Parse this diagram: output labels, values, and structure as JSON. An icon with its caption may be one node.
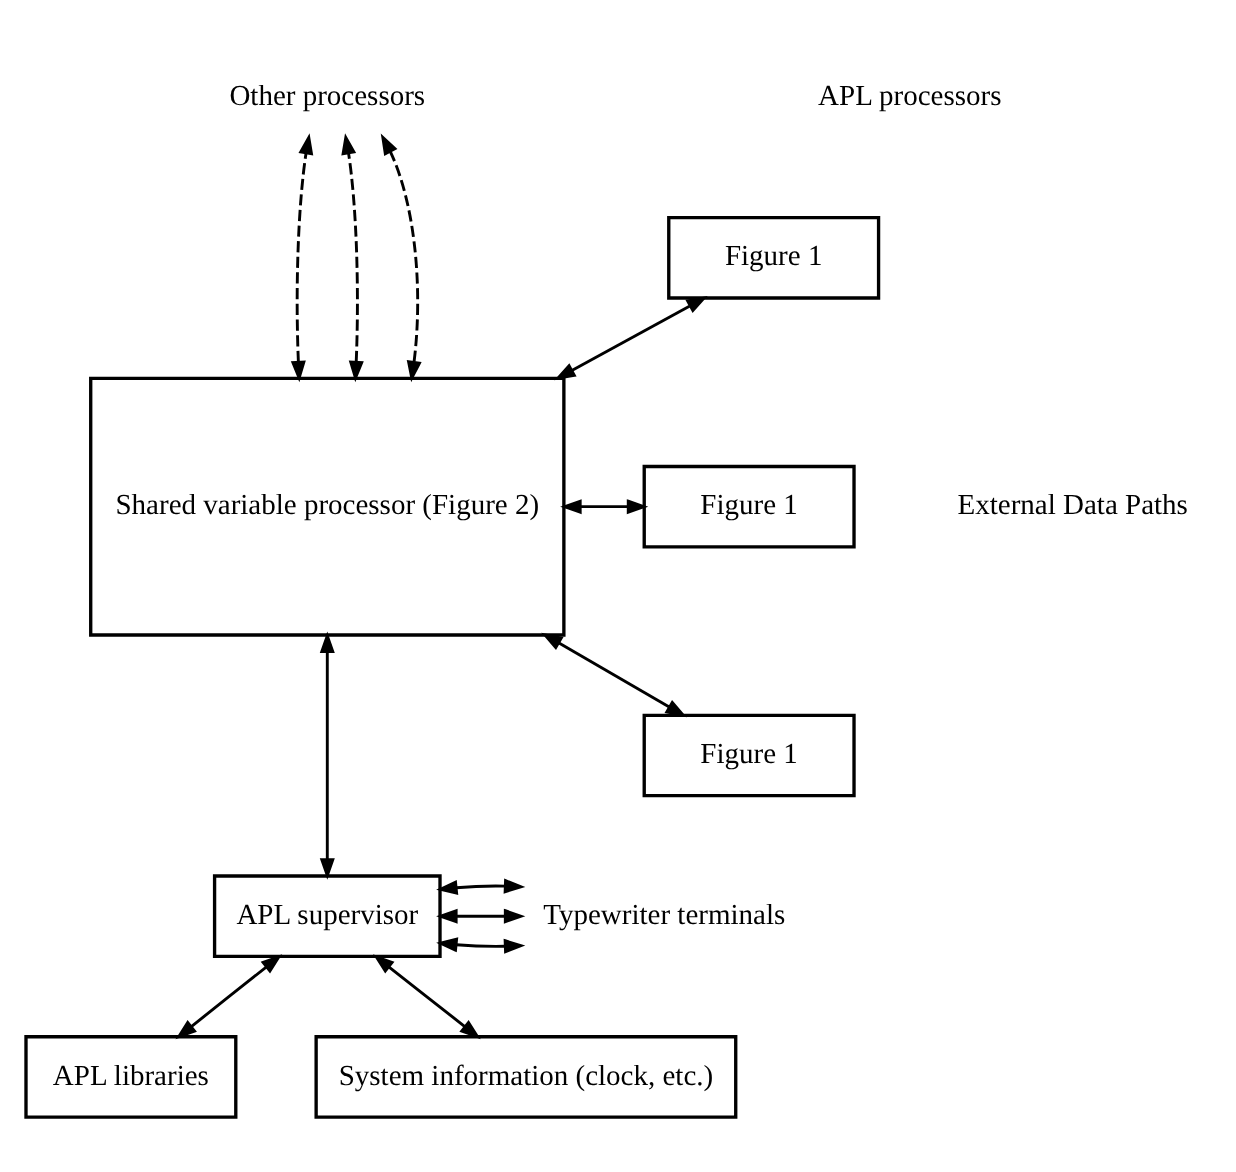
{
  "diagram": {
    "nodes": [
      {
        "text": [
          "Figure 1"
        ]
      },
      {
        "text": [
          "Figure 1"
        ]
      },
      {
        "text": [
          "Figure 1"
        ]
      },
      {
        "text": [
          "Shared variable processor (Figure 2)"
        ]
      },
      {
        "text": [
          "APL supervisor"
        ]
      },
      {
        "text": [
          "APL libraries"
        ]
      },
      {
        "text": [
          "System information (clock, etc.)"
        ]
      },
      {
        "text": [
          "Other processors"
        ]
      },
      {
        "text": [
          "Typewriter terminals"
        ]
      }
    ],
    "edges": [
      {
        "from": 3,
        "to": 0,
        "arrow": "both"
      },
      {
        "from": 3,
        "to": 1,
        "arrow": "both"
      },
      {
        "from": 3,
        "to": 2,
        "arrow": "both"
      },
      {
        "from": 3,
        "to": 7,
        "arrow": "both",
        "style": "dashed"
      },
      {
        "from": 3,
        "to": 7,
        "arrow": "both",
        "style": "dashed"
      },
      {
        "from": 3,
        "to": 7,
        "arrow": "both",
        "style": "dashed"
      },
      {
        "from": 3,
        "to": 4,
        "arrow": "both"
      },
      {
        "from": 4,
        "to": 8,
        "arrow": "both"
      },
      {
        "from": 4,
        "to": 8,
        "arrow": "both"
      },
      {
        "from": 4,
        "to": 8,
        "arrow": "both"
      },
      {
        "from": 4,
        "to": 5,
        "arrow": "both"
      },
      {
        "from": 4,
        "to": 6,
        "arrow": "both"
      }
    ],
    "labels": [
      "APL processors",
      "External Data Paths"
    ]
  }
}
